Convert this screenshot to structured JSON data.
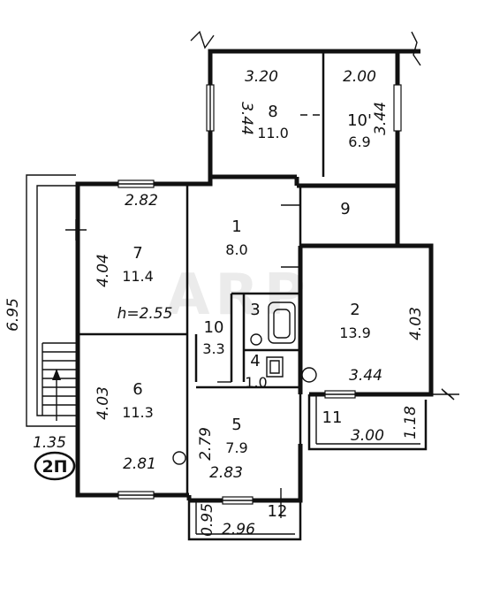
{
  "plan": {
    "watermark": "ARP",
    "tag": "2П",
    "height_note": "h=2.55",
    "rooms": [
      {
        "number": "8",
        "area": "11.0"
      },
      {
        "number": "10'",
        "area": "6.9"
      },
      {
        "number": "9",
        "area": ""
      },
      {
        "number": "1",
        "area": "8.0"
      },
      {
        "number": "7",
        "area": "11.4"
      },
      {
        "number": "2",
        "area": "13.9"
      },
      {
        "number": "3",
        "area": ""
      },
      {
        "number": "10",
        "area": "3.3"
      },
      {
        "number": "4",
        "area": "1.0"
      },
      {
        "number": "6",
        "area": "11.3"
      },
      {
        "number": "5",
        "area": "7.9"
      },
      {
        "number": "11",
        "area": ""
      },
      {
        "number": "12",
        "area": ""
      }
    ],
    "dimensions": [
      "3.20",
      "2.00",
      "3.44",
      "3.44",
      "2.82",
      "4.04",
      "4.03",
      "3.44",
      "3.00",
      "1.18",
      "4.03",
      "2.79",
      "2.81",
      "2.83",
      "0.95",
      "2.96",
      "6.95",
      "1.35"
    ]
  }
}
